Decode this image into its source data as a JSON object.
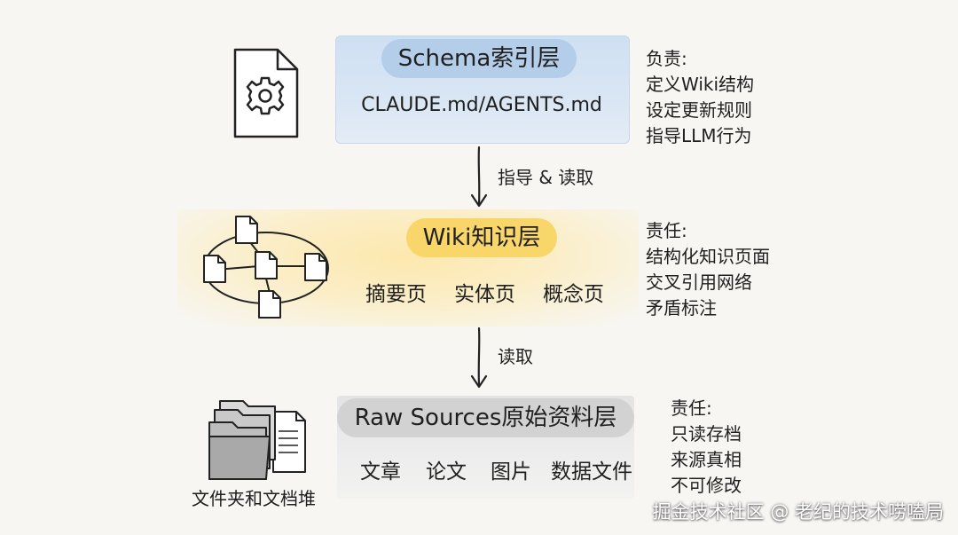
{
  "schema_layer": {
    "title": "Schema索引层",
    "subtitle": "CLAUDE.md/AGENTS.md",
    "side_notes": [
      "负责:",
      "定义Wiki结构",
      "设定更新规则",
      "指导LLM行为"
    ],
    "icon": "gear-document-icon",
    "color": "#b4cde8"
  },
  "arrow_1": {
    "label": "指导 & 读取"
  },
  "wiki_layer": {
    "title": "Wiki知识层",
    "items": [
      "摘要页",
      "实体页",
      "概念页"
    ],
    "side_notes": [
      "责任:",
      "结构化知识页面",
      "交叉引用网络",
      "矛盾标注"
    ],
    "icon": "document-network-icon",
    "color": "#f9d66a"
  },
  "arrow_2": {
    "label": "读取"
  },
  "raw_layer": {
    "title": "Raw Sources原始资料层",
    "items": [
      "文章",
      "论文",
      "图片",
      "数据文件"
    ],
    "side_notes": [
      "责任:",
      "只读存档",
      "来源真相",
      "不可修改"
    ],
    "icon": "folder-stack-icon",
    "icon_caption": "文件夹和文档堆",
    "color": "#d2d2d2"
  },
  "watermark": "掘金技术社区 @ 老纪的技术唠嗑局"
}
